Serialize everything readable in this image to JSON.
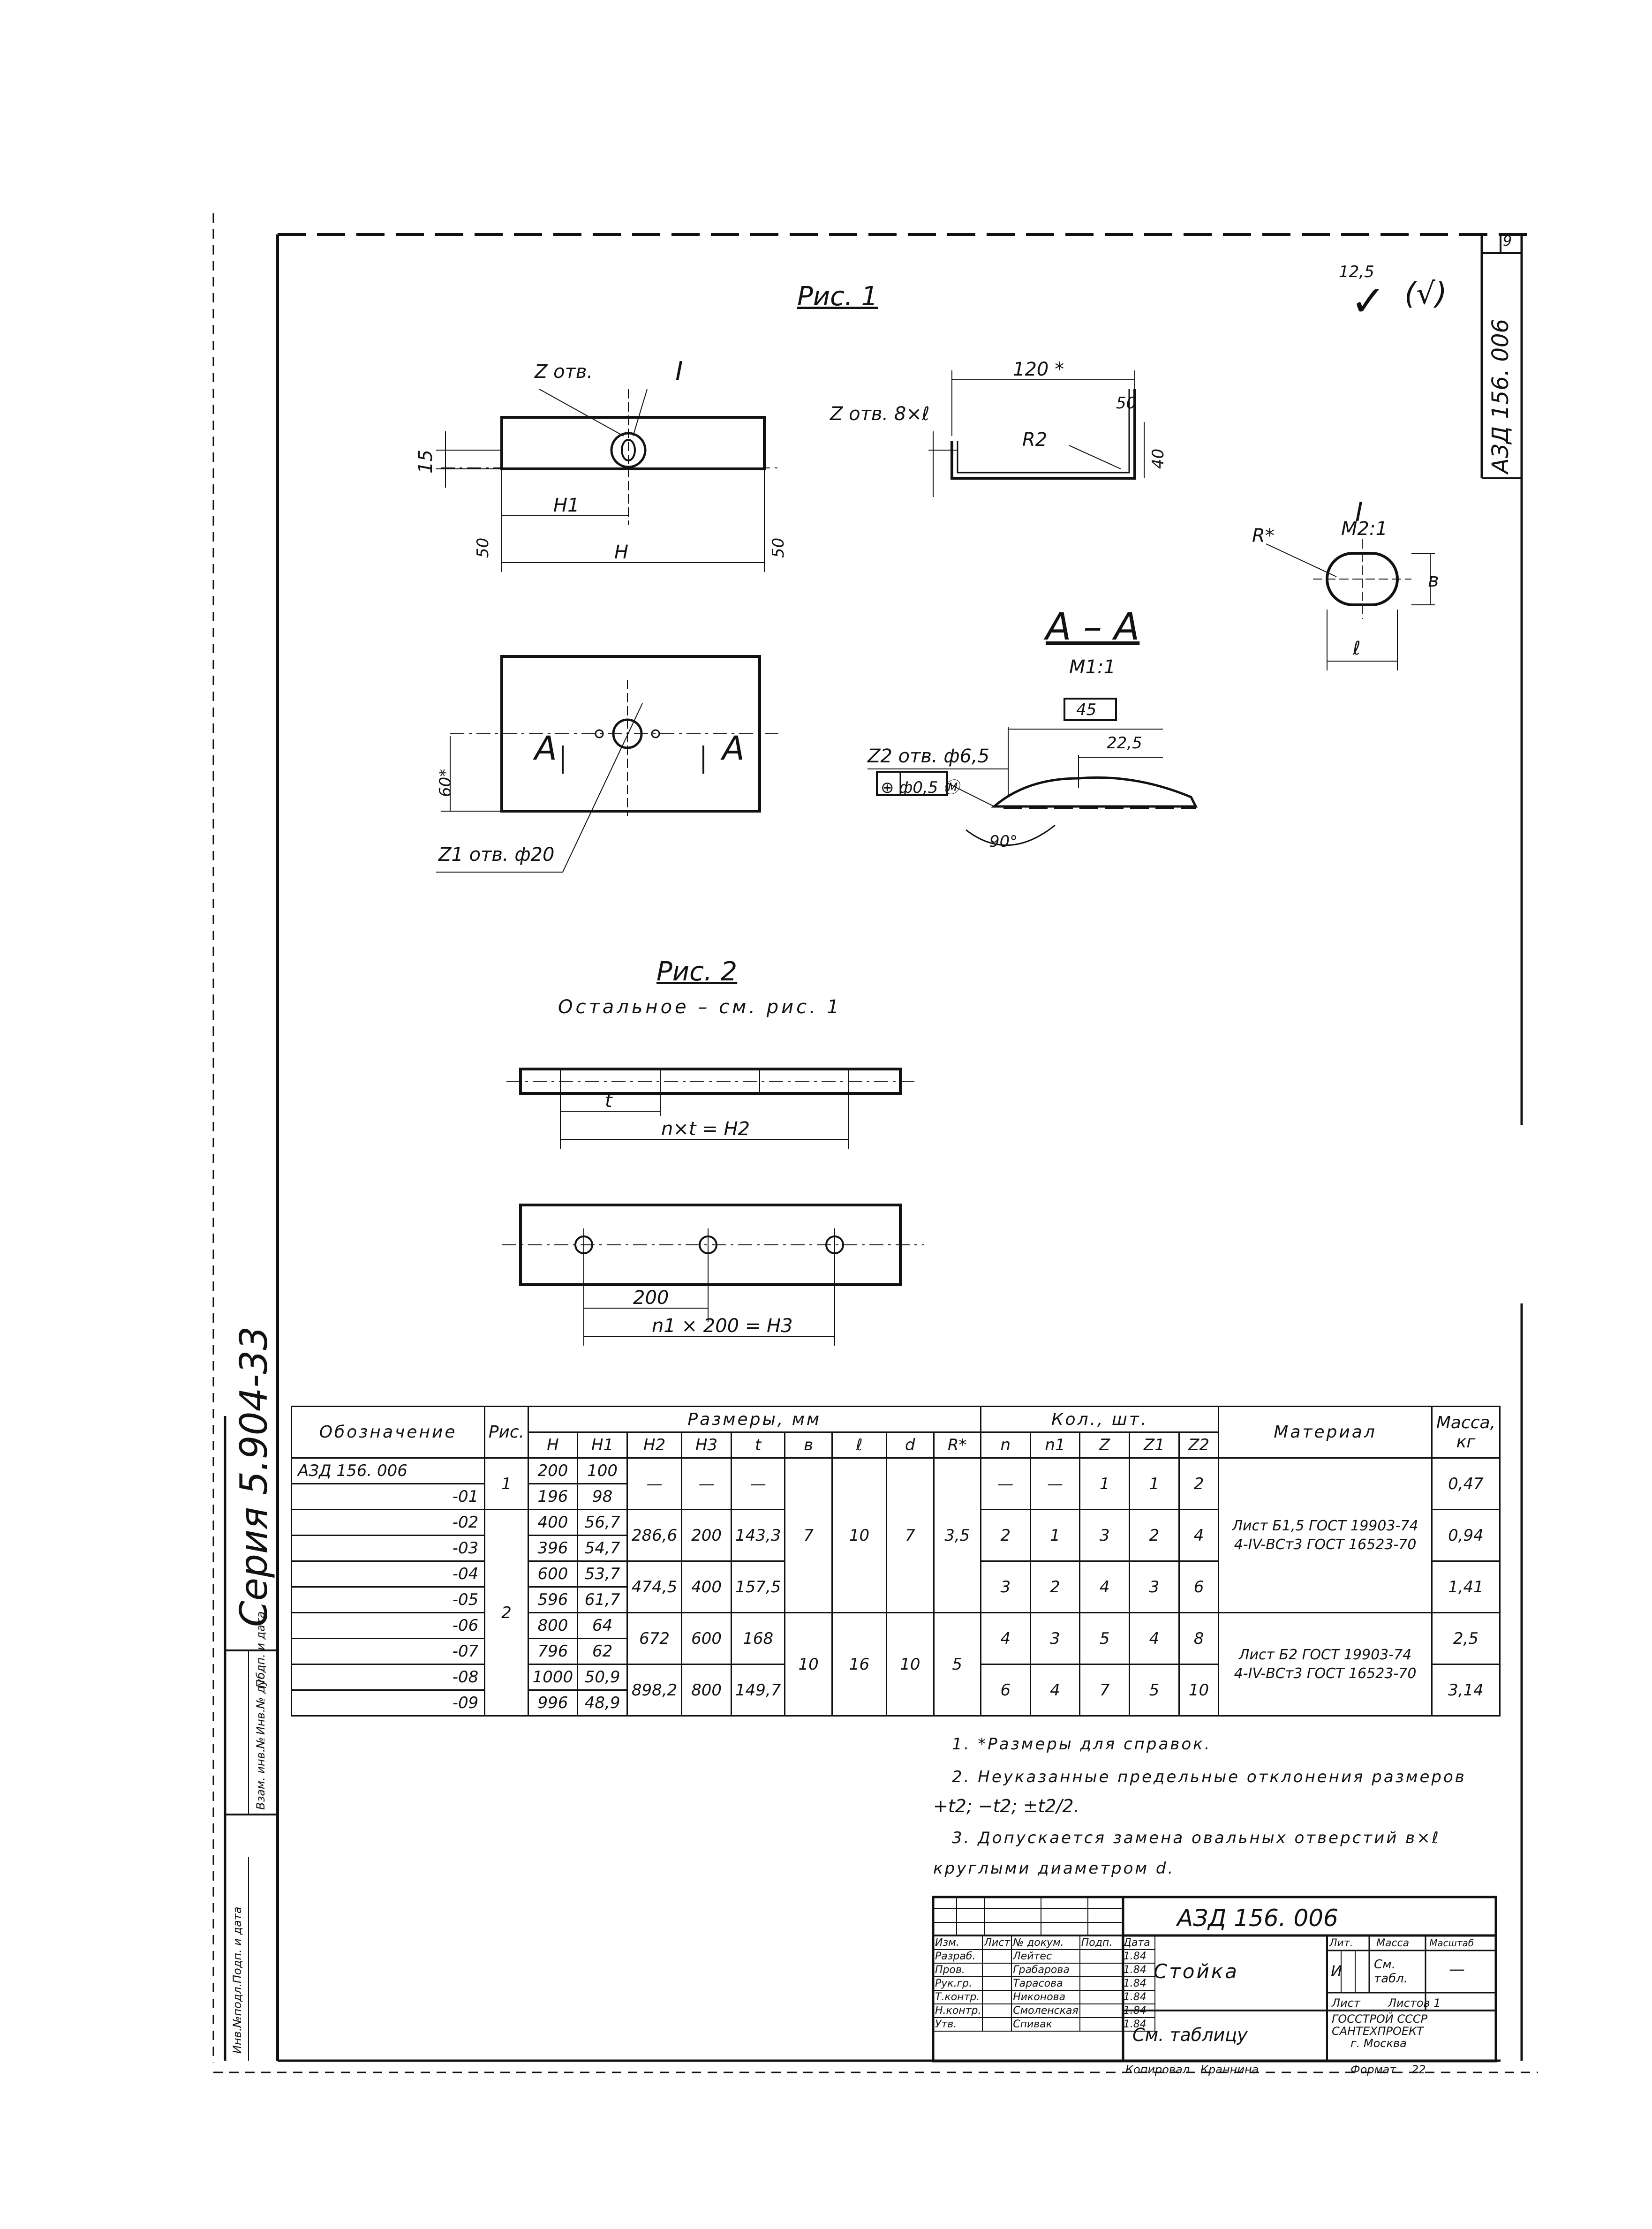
{
  "sheet": {
    "page_number": "9",
    "roughness_symbol": "12,5",
    "roughness_note": "(√)",
    "side_code": "АЗД 156. 006",
    "series": "Серия 5.904-33",
    "margin_labels": [
      "Инв.№подл.",
      "Подп. и дата",
      "Взам. инв.№",
      "Инв.№ дубл.",
      "Подп. и дата"
    ]
  },
  "fig1": {
    "title": "Рис. 1",
    "holes_z": "Z отв.",
    "detail_mark": "I",
    "dim_15": "15",
    "dim_h1": "H1",
    "dim_h": "H",
    "rough_left": "50",
    "rough_right": "50",
    "slot_holes": "Z отв. 8×ℓ",
    "dim_120": "120 *",
    "dim_r2": "R2",
    "rough_50": "50",
    "dim_40": "40",
    "section_a_left": "A",
    "section_a_right": "A",
    "dim_60": "60*",
    "holes_z1": "Z1 отв. ф20"
  },
  "detail_i": {
    "mark": "I",
    "scale": "М2:1",
    "radius": "R*",
    "dim_b": "в",
    "dim_l": "ℓ"
  },
  "section_aa": {
    "title": "А – А",
    "scale": "М1:1",
    "dim_45": "45",
    "dim_22_5": "22,5",
    "holes_z2": "Z2 отв. ф6,5",
    "position_tol": "⊕ ф0,5 Ⓜ",
    "angle": "90°"
  },
  "fig2": {
    "title": "Рис. 2",
    "note": "Остальное – см. рис. 1",
    "dim_t": "t",
    "dim_nt": "n×t = H2",
    "dim_200": "200",
    "dim_n1": "n1 × 200 = H3"
  },
  "table": {
    "col_designation": "Обозначение",
    "col_fig": "Рис.",
    "group_sizes": "Размеры, мм",
    "group_qty": "Кол., шт.",
    "col_material": "Материал",
    "col_mass": "Масса, кг",
    "size_headers": [
      "H",
      "H1",
      "H2",
      "H3",
      "t",
      "в",
      "ℓ",
      "d",
      "R*"
    ],
    "qty_headers": [
      "n",
      "n1",
      "Z",
      "Z1",
      "Z2"
    ],
    "rows": [
      {
        "des": "АЗД 156. 006",
        "H": "200",
        "H1": "100"
      },
      {
        "des": "-01",
        "H": "196",
        "H1": "98"
      },
      {
        "des": "-02",
        "H": "400",
        "H1": "56,7"
      },
      {
        "des": "-03",
        "H": "396",
        "H1": "54,7"
      },
      {
        "des": "-04",
        "H": "600",
        "H1": "53,7"
      },
      {
        "des": "-05",
        "H": "596",
        "H1": "61,7"
      },
      {
        "des": "-06",
        "H": "800",
        "H1": "64"
      },
      {
        "des": "-07",
        "H": "796",
        "H1": "62"
      },
      {
        "des": "-08",
        "H": "1000",
        "H1": "50,9"
      },
      {
        "des": "-09",
        "H": "996",
        "H1": "48,9"
      }
    ],
    "fig_1": "1",
    "fig_2": "2",
    "dash": "—",
    "r01_z": "1",
    "r01_z1": "1",
    "r01_z2": "2",
    "r01_mass": "0,47",
    "g02": {
      "H2": "286,6",
      "H3": "200",
      "t": "143,3",
      "n": "2",
      "n1": "1",
      "Z": "3",
      "Z1": "2",
      "Z2": "4",
      "mass": "0,94"
    },
    "g04": {
      "H2": "474,5",
      "H3": "400",
      "t": "157,5",
      "n": "3",
      "n1": "2",
      "Z": "4",
      "Z1": "3",
      "Z2": "6",
      "mass": "1,41"
    },
    "g06": {
      "H2": "672",
      "H3": "600",
      "t": "168",
      "n": "4",
      "n1": "3",
      "Z": "5",
      "Z1": "4",
      "Z2": "8",
      "mass": "2,5"
    },
    "g08": {
      "H2": "898,2",
      "H3": "800",
      "t": "149,7",
      "n": "6",
      "n1": "4",
      "Z": "7",
      "Z1": "5",
      "Z2": "10",
      "mass": "3,14"
    },
    "set_a": {
      "b": "7",
      "l": "10",
      "d": "7",
      "R": "3,5"
    },
    "set_b": {
      "b": "10",
      "l": "16",
      "d": "10",
      "R": "5"
    },
    "mat_a_1": "Лист Б1,5 ГОСТ 19903-74",
    "mat_a_2": "4-IV-ВСт3 ГОСТ 16523-70",
    "mat_b_1": "Лист Б2 ГОСТ 19903-74",
    "mat_b_2": "4-IV-ВСт3 ГОСТ 16523-70"
  },
  "notes": [
    "1. *Размеры для справок.",
    "2. Неуказанные предельные отклонения размеров",
    "+t2; −t2; ±t2/2.",
    "3. Допускается замена овальных отверстий в×ℓ",
    "круглыми диаметром d."
  ],
  "title_block": {
    "code": "АЗД 156. 006",
    "name": "Стойка",
    "material": "См. таблицу",
    "lit_header": "Лит.",
    "mass_header": "Масса",
    "scale_header": "Масштаб",
    "lit_value": "И",
    "mass_value": "См. табл.",
    "scale_value": "—",
    "sheet": "Лист",
    "sheets": "Листов 1",
    "org_1": "ГОССТРОЙ СССР",
    "org_2": "САНТЕХПРОЕКТ",
    "org_3": "г. Москва",
    "copied": "Копировал",
    "copier": "Краннина",
    "format_label": "Формат",
    "format_value": "22",
    "rows": [
      [
        "Изм.",
        "Лист",
        "№ докум.",
        "Подп.",
        "Дата"
      ],
      [
        "Разраб.",
        "",
        "Лейтес",
        "",
        "1.84"
      ],
      [
        "Пров.",
        "",
        "Грабарова",
        "",
        "1.84"
      ],
      [
        "Рук.гр.",
        "",
        "Тарасова",
        "",
        "1.84"
      ],
      [
        "Т.контр.",
        "",
        "Никонова",
        "",
        "1.84"
      ],
      [
        "Н.контр.",
        "",
        "Смоленская",
        "",
        "1.84"
      ],
      [
        "Утв.",
        "",
        "Спивак",
        "",
        "1.84"
      ]
    ]
  }
}
